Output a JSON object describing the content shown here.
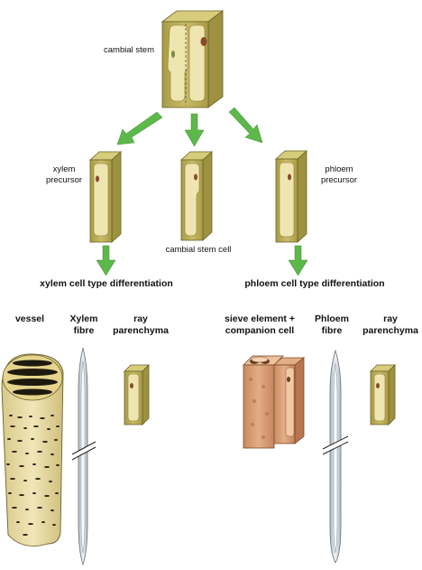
{
  "labels": {
    "cambial_stem": "cambial stem",
    "xylem_precursor_1": "xylem",
    "xylem_precursor_2": "precursor",
    "phloem_precursor_1": "phloem",
    "phloem_precursor_2": "precursor",
    "cambial_stem_cell": "cambial stem cell",
    "xylem_differentiation": "xylem cell type differentiation",
    "phloem_differentiation": "phloem cell type differentiation",
    "vessel": "vessel",
    "xylem_fibre_1": "Xylem",
    "xylem_fibre_2": "fibre",
    "ray_parenchyma_1": "ray",
    "ray_parenchyma_2": "parenchyma",
    "sieve_1": "sieve element +",
    "sieve_2": "companion cell",
    "phloem_fibre_1": "Phloem",
    "phloem_fibre_2": "fibre",
    "ray_parenchyma_b1": "ray",
    "ray_parenchyma_b2": "parenchyma"
  },
  "colors": {
    "arrow_green": "#5cb84a",
    "cell_wall": "#c2b45a",
    "cell_inner": "#e9dfa4",
    "fibre": "#cfd6dc",
    "sieve": "#d69a73"
  }
}
